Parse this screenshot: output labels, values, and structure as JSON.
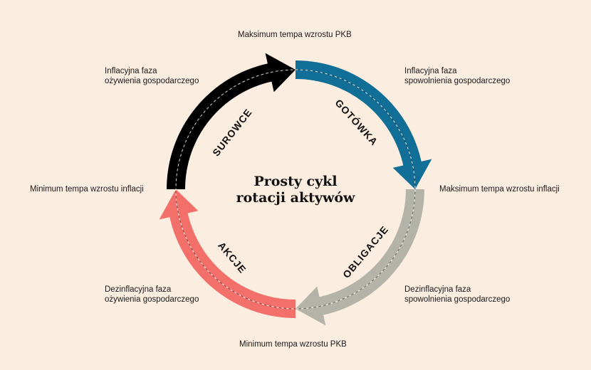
{
  "title_line1": "Prosty cykl",
  "title_line2": "rotacji aktywów",
  "labels": {
    "top": "Maksimum tempa wzrostu PKB",
    "bottom": "Minimum tempa wzrostu PKB",
    "left": "Minimum tempa wzrostu inflacji",
    "right": "Maksimum tempa wzrostu inflacji",
    "top_left": [
      "Inflacyjna faza",
      "ożywienia gospodarczego"
    ],
    "top_right": [
      "Inflacyjna faza",
      "spowolnienia gospodarczego"
    ],
    "bottom_left": [
      "Dezinflacyjna faza",
      "ożywienia gospodarczego"
    ],
    "bottom_right": [
      "Dezinflacyjna faza",
      "spowolnienia gospodarczego"
    ]
  },
  "segments": [
    {
      "name": "SUROWCE",
      "color": "#000000"
    },
    {
      "name": "GOTÓWKA",
      "color": "#116f97"
    },
    {
      "name": "OBLIGACJE",
      "color": "#b4b3a9"
    },
    {
      "name": "AKCJE",
      "color": "#f3706a"
    }
  ]
}
